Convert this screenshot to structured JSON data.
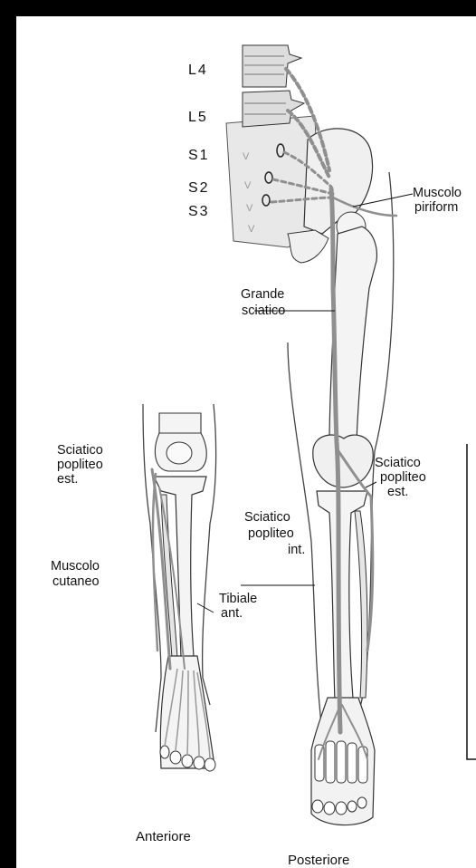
{
  "vertebrae": {
    "l4": "L4",
    "l5": "L5",
    "s1": "S1",
    "s2": "S2",
    "s3": "S3"
  },
  "labels": {
    "piriformis_1": "Muscolo",
    "piriformis_2": "piriform",
    "grande_sciatico_1": "Grande",
    "grande_sciatico_2": "sciatico",
    "sciatico_popliteo_est_left_1": "Sciatico",
    "sciatico_popliteo_est_left_2": "popliteo",
    "sciatico_popliteo_est_left_3": "est.",
    "muscolo_cutaneo_1": "Muscolo",
    "muscolo_cutaneo_2": "cutaneo",
    "tibiale_ant_1": "Tibiale",
    "tibiale_ant_2": "ant.",
    "sciatico_popliteo_int_1": "Sciatico",
    "sciatico_popliteo_int_2": "popliteo",
    "sciatico_popliteo_int_3": "int.",
    "sciatico_popliteo_est_right_1": "Sciatico",
    "sciatico_popliteo_est_right_2": "popliteo",
    "sciatico_popliteo_est_right_3": "est."
  },
  "captions": {
    "anterior": "Anteriore",
    "posterior": "Posteriore"
  },
  "colors": {
    "bone": "#f2f2f2",
    "nerve": "#9a9a9a",
    "outline": "#222222",
    "background": "#000000"
  }
}
